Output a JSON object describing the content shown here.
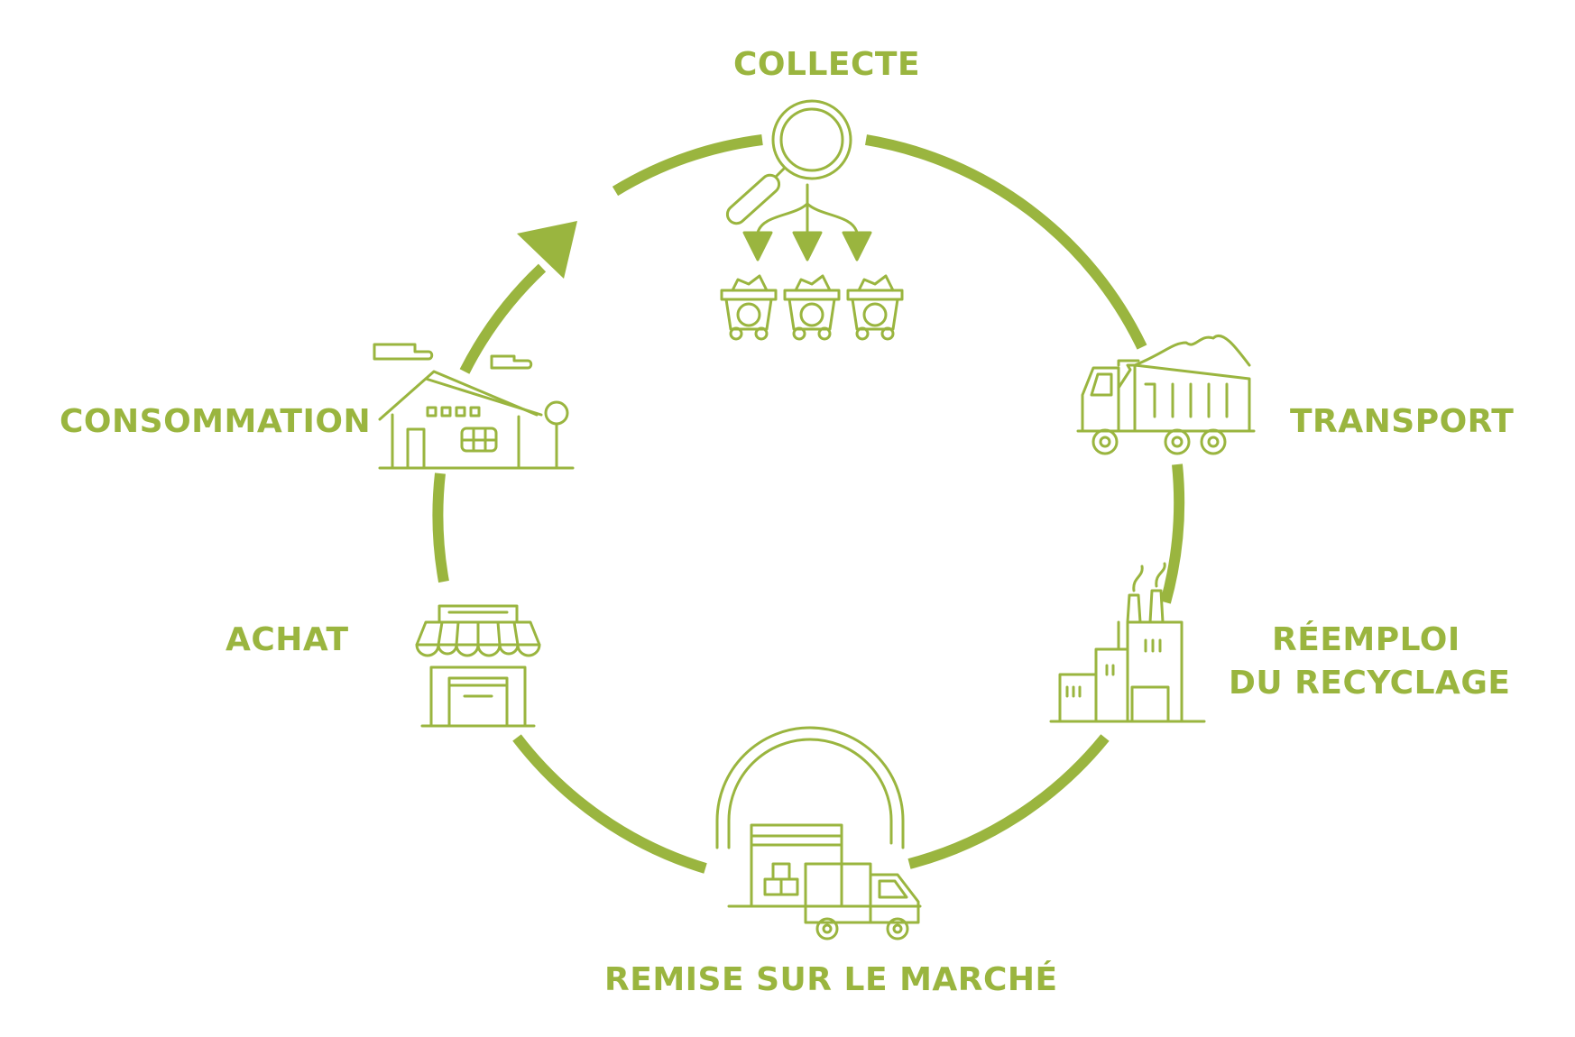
{
  "colors": {
    "accent": "#9ab53f",
    "background": "#ffffff"
  },
  "stages": {
    "collecte": {
      "label": "COLLECTE",
      "icon": "magnifier-sorting-bins-icon"
    },
    "transport": {
      "label": "TRANSPORT",
      "icon": "dump-truck-icon"
    },
    "reemploi": {
      "label_line1": "RÉEMPLOI",
      "label_line2": "DU RECYCLAGE",
      "icon": "factory-icon"
    },
    "remise": {
      "label": "REMISE SUR LE MARCHÉ",
      "icon": "warehouse-delivery-truck-icon"
    },
    "achat": {
      "label": "ACHAT",
      "icon": "shop-icon"
    },
    "consommation": {
      "label": "CONSOMMATION",
      "icon": "house-icon"
    }
  },
  "cycle": {
    "direction": "clockwise",
    "arrow_icon": "arrowhead-icon"
  }
}
